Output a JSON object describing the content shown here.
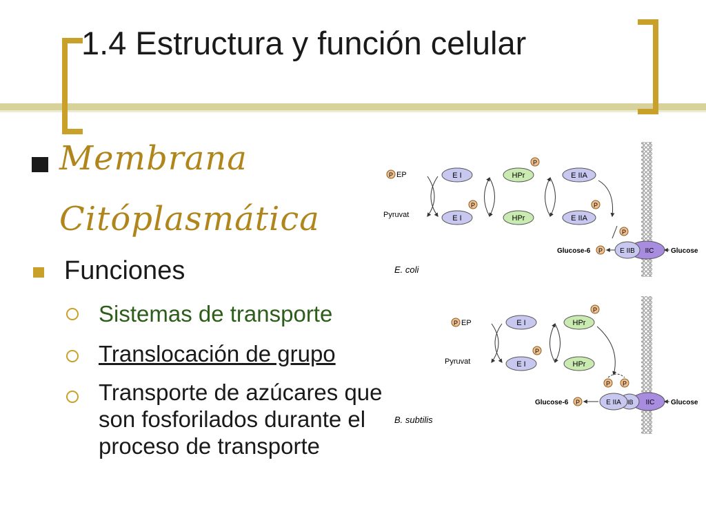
{
  "slide": {
    "title": "1.4 Estructura y función celular",
    "heading_line1": "Membrana",
    "heading_line2": "Citóplasmática",
    "section": "Funciones",
    "items": [
      "Sistemas de transporte",
      "Translocación de grupo",
      "Transporte de azúcares que son fosforilados durante el proceso de transporte"
    ],
    "colors": {
      "accent": "#c8a02a",
      "heading": "#b0861c",
      "green_item": "#2c5e1a"
    }
  },
  "figure": {
    "ecoli": {
      "pep": "EP",
      "pyruvat": "Pyruvat",
      "e1": "E I",
      "hpr": "HPr",
      "e2a": "E IIA",
      "e2b": "E IIB",
      "e2c": "IIC",
      "phos": "P",
      "glucose6": "Glucose-6",
      "glucose": "Glucose",
      "organism": "E. coli"
    },
    "bsub": {
      "pep": "EP",
      "pyruvat": "Pyruvat",
      "e1": "E I",
      "hpr": "HPr",
      "e2a": "E IIA",
      "e2b": "IIB",
      "e2c": "IIC",
      "phos": "P",
      "glucose6": "Glucose-6",
      "glucose": "Glucose",
      "organism": "B. subtilis"
    }
  }
}
